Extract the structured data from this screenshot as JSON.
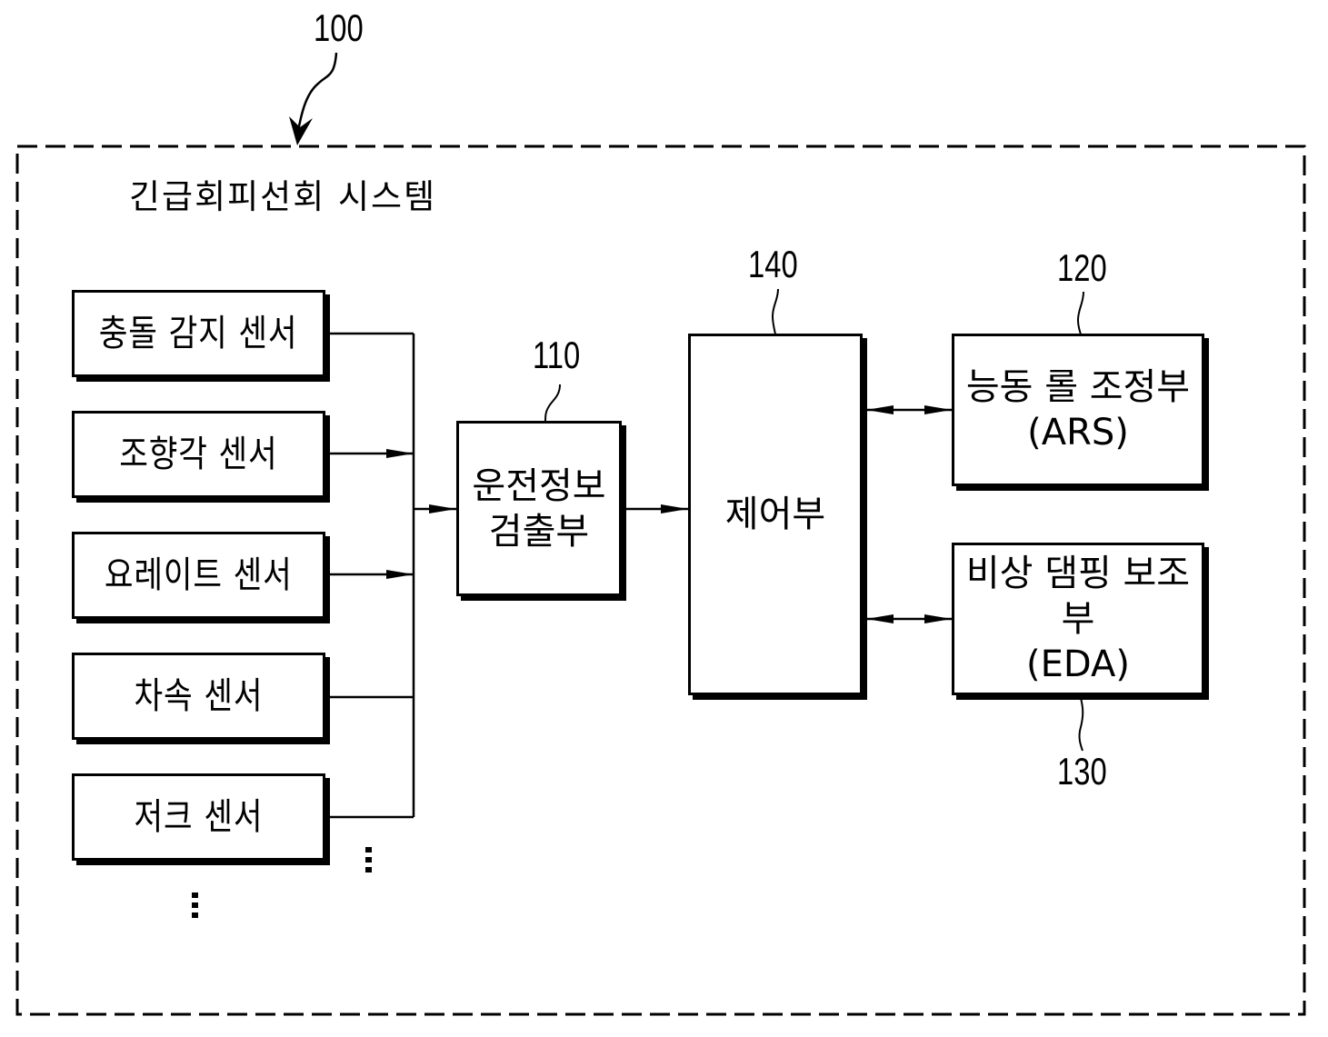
{
  "system": {
    "ref": "100",
    "title": "긴급회피선회 시스템"
  },
  "sensors": [
    {
      "label": "충돌 감지 센서"
    },
    {
      "label": "조향각 센서"
    },
    {
      "label": "요레이트 센서"
    },
    {
      "label": "차속 센서"
    },
    {
      "label": "저크 센서"
    }
  ],
  "detector": {
    "ref": "110",
    "line1": "운전정보",
    "line2": "검출부"
  },
  "controller": {
    "ref": "140",
    "label": "제어부"
  },
  "ars": {
    "ref": "120",
    "line1": "능동 롤 조정부",
    "line2": "(ARS)"
  },
  "eda": {
    "ref": "130",
    "line1": "비상 댐핑 보조부",
    "line2": "(EDA)"
  },
  "ellipsis": "⋮"
}
